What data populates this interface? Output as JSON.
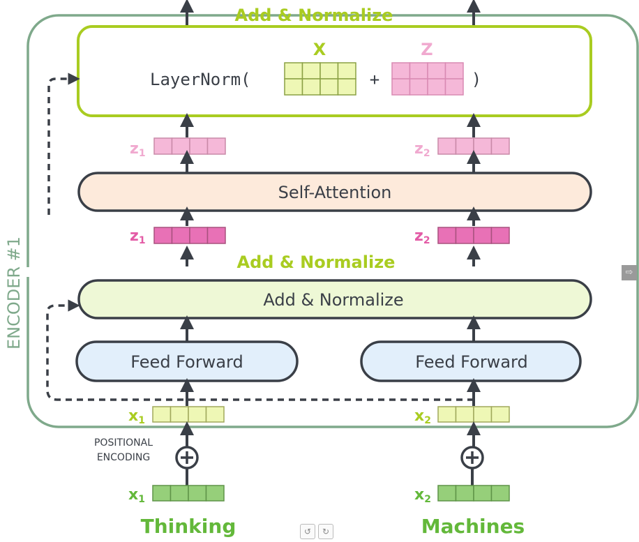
{
  "encoder_label": "ENCODER #1",
  "top_partial_text": "Add & Normalize",
  "layer_norm": {
    "prefix": "LayerNorm(",
    "plus": "+",
    "suffix": ")",
    "x_label": "X",
    "z_label": "Z"
  },
  "z_pink_light": [
    {
      "base": "z",
      "sub": "1"
    },
    {
      "base": "z",
      "sub": "2"
    }
  ],
  "self_attention_label": "Self-Attention",
  "z_pink_dark": [
    {
      "base": "z",
      "sub": "1"
    },
    {
      "base": "z",
      "sub": "2"
    }
  ],
  "add_normalize_floating": "Add & Normalize",
  "add_normalize_label": "Add & Normalize",
  "feed_forward_labels": [
    "Feed Forward",
    "Feed Forward"
  ],
  "x_light": [
    {
      "base": "x",
      "sub": "1"
    },
    {
      "base": "x",
      "sub": "2"
    }
  ],
  "positional_encoding": [
    "POSITIONAL",
    "ENCODING"
  ],
  "x_green": [
    {
      "base": "x",
      "sub": "1"
    },
    {
      "base": "x",
      "sub": "2"
    }
  ],
  "words": [
    "Thinking",
    "Machines"
  ],
  "colors": {
    "encoder_border": "#7fa98b",
    "lime": "#a9cc21",
    "pink_light": "#f5b8d8",
    "pink_dark": "#e871b6",
    "pink_text_light": "#f0a9cf",
    "pink_text_dark": "#e35ba6",
    "self_attention_fill": "#fdeadb",
    "add_norm_fill": "#eef8d6",
    "feed_forward_fill": "#e2effb",
    "x_light_fill": "#eef7b5",
    "x_green_fill": "#96cf7a",
    "word_green": "#63b83a",
    "dark": "#3a3f47"
  },
  "icons": {
    "nav_prev": "undo-icon",
    "nav_next": "redo-icon",
    "side": "next-arrow-icon"
  }
}
